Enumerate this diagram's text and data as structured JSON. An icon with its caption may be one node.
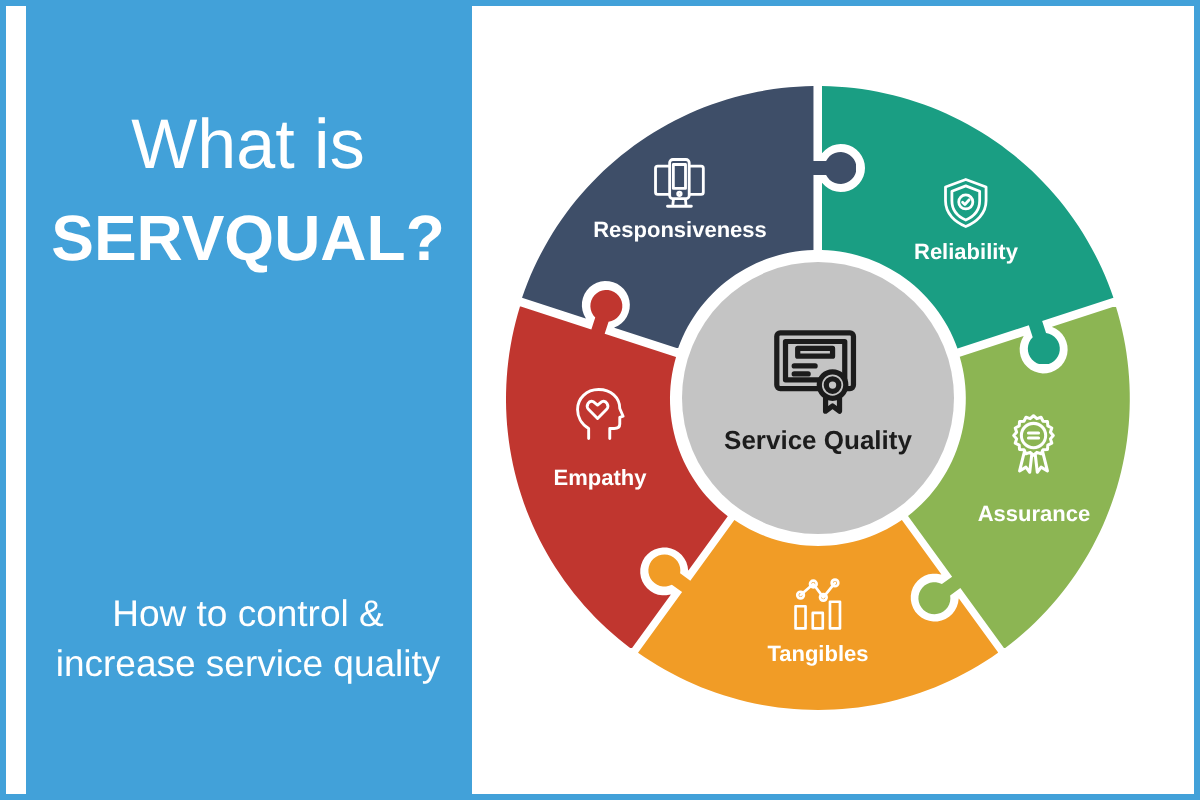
{
  "diagram": {
    "title": "What is **SERVQUAL?**",
    "nodes": [
      {
        "text": [
          "Service Quality"
        ]
      },
      {
        "text": [
          "Responsiveness"
        ]
      },
      {
        "text": [
          "Reliability"
        ]
      },
      {
        "text": [
          "Assurance"
        ]
      },
      {
        "text": [
          "Tangibles"
        ]
      },
      {
        "text": [
          "Empathy"
        ]
      }
    ],
    "labels": [
      "How to control & increase service quality"
    ]
  }
}
